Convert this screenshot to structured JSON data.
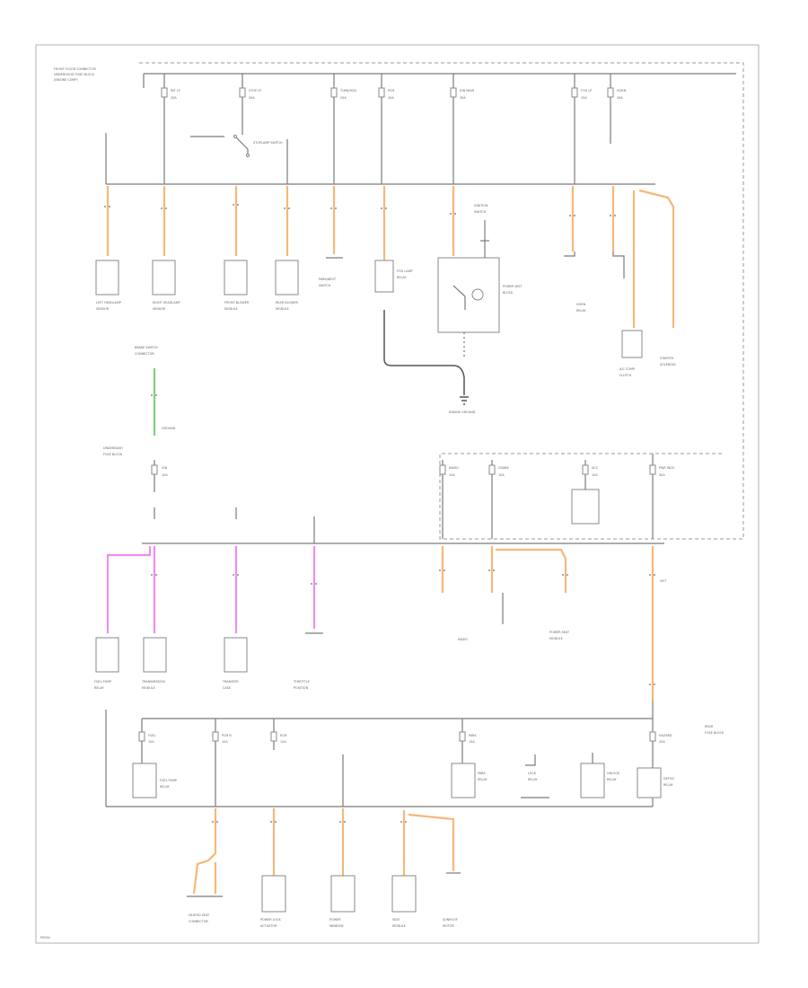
{
  "title_block": {
    "line1": "FRONT FLOOR CONNECTOR",
    "line2": "UNDERHOOD FUSE BLOCK",
    "line3": "(ENGINE COMP)"
  },
  "footer": {
    "code": "P0054"
  },
  "top_fuses": [
    {
      "name": "INT LP",
      "rating": "20A"
    },
    {
      "name": "STOP LP",
      "rating": "20A"
    },
    {
      "name": "TURN/HZD",
      "rating": "20A"
    },
    {
      "name": "PCM",
      "rating": "10A"
    },
    {
      "name": "IGN MAIN",
      "rating": "30A"
    },
    {
      "name": "FOG LP",
      "rating": "15A"
    },
    {
      "name": "HORN",
      "rating": "20A"
    }
  ],
  "stoplamp_switch": {
    "label": "STOPLAMP SWITCH"
  },
  "upper_components": [
    {
      "name": "LEFT HEADLAMP",
      "sub": "SENSOR"
    },
    {
      "name": "RIGHT HEADLAMP",
      "sub": "SENSOR"
    },
    {
      "name": "FRONT BLOWER",
      "sub": "MODULE"
    },
    {
      "name": "REAR BLOWER",
      "sub": "MODULE"
    },
    {
      "name": "PARK/NEUT",
      "sub": "SWITCH"
    },
    {
      "name": "FOG LAMP",
      "sub": "RELAY"
    },
    {
      "name": "HORN",
      "sub": "RELAY"
    },
    {
      "name": "A/C COMP",
      "sub": "CLUTCH"
    },
    {
      "name": "STARTER",
      "sub": "SOLENOID"
    }
  ],
  "ignition_switch": {
    "label": "IGNITION",
    "sub": "SWITCH"
  },
  "power_dist": {
    "label": "POWER DIST",
    "sub": "BLOCK"
  },
  "engine_ground": {
    "label": "ENGINE GROUND"
  },
  "g_label": {
    "text": "GROUND"
  },
  "brake_switch": {
    "label": "BRAKE SWITCH",
    "sub": "CONNECTOR"
  },
  "underdash": {
    "label": "UNDERDASH",
    "sub": "FUSE BLOCK"
  },
  "mid_fuses": [
    {
      "name": "RADIO",
      "rating": "10A"
    },
    {
      "name": "CRANK",
      "rating": "10A"
    },
    {
      "name": "ACC",
      "rating": "15A"
    },
    {
      "name": "PWR WDO",
      "rating": "30A"
    }
  ],
  "ign_fuse": {
    "name": "IGN",
    "rating": "10A"
  },
  "radio_label": {
    "text": "RADIO"
  },
  "power_seat": {
    "label": "POWER SEAT",
    "sub": "MODULE"
  },
  "hot_label": {
    "text": "HOT"
  },
  "lower_components": [
    {
      "name": "FUEL PUMP",
      "sub": "RELAY"
    },
    {
      "name": "TRANSMISSION",
      "sub": "MODULE"
    },
    {
      "name": "TRANSFER",
      "sub": "CASE"
    },
    {
      "name": "THROTTLE",
      "sub": "POSITION"
    }
  ],
  "rear_block": {
    "label": "REAR",
    "sub": "FUSE BLOCK"
  },
  "rear_fuses": [
    {
      "name": "FUEL",
      "rating": "15A"
    },
    {
      "name": "PCM B",
      "rating": "10A"
    },
    {
      "name": "ECM",
      "rating": "15A"
    },
    {
      "name": "PARK",
      "rating": "15A"
    },
    {
      "name": "HAZARD",
      "rating": "20A"
    }
  ],
  "rear_relays": [
    {
      "name": "FUEL PUMP",
      "sub": "RELAY"
    },
    {
      "name": "PARK",
      "sub": "RELAY"
    },
    {
      "name": "LOCK",
      "sub": "RELAY"
    },
    {
      "name": "UNLOCK",
      "sub": "RELAY"
    },
    {
      "name": "DEFOG",
      "sub": "RELAY"
    }
  ],
  "bottom_components": [
    {
      "name": "HEATED SEAT",
      "sub": "CONNECTOR"
    },
    {
      "name": "POWER LOCK",
      "sub": "ACTUATOR"
    },
    {
      "name": "POWER",
      "sub": "WINDOW"
    },
    {
      "name": "SEAT",
      "sub": "MODULE"
    },
    {
      "name": "SUNROOF",
      "sub": "MOTOR"
    }
  ]
}
